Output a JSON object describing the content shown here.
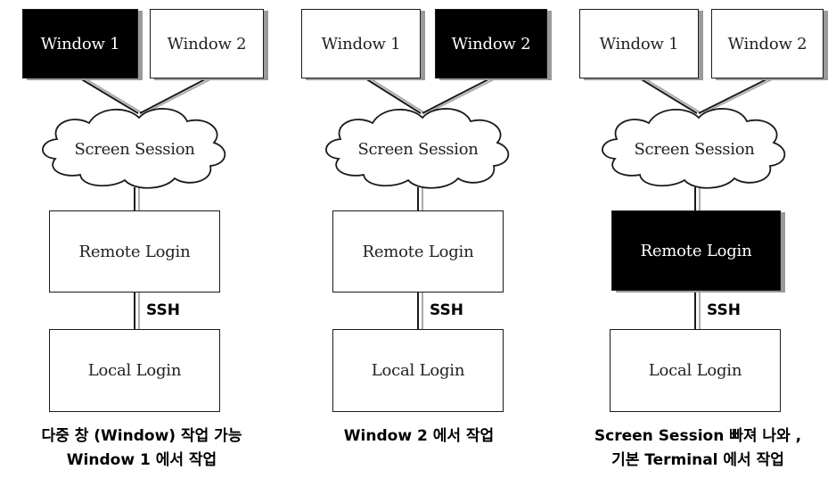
{
  "panels": [
    {
      "windows": [
        "Window 1",
        "Window 2"
      ],
      "active": "window1",
      "session": "Screen Session",
      "remote": "Remote Login",
      "connection": "SSH",
      "local": "Local Login",
      "caption": [
        "다중 창 (Window) 작업 가능",
        "Window 1 에서 작업"
      ]
    },
    {
      "windows": [
        "Window 1",
        "Window 2"
      ],
      "active": "window2",
      "session": "Screen Session",
      "remote": "Remote Login",
      "connection": "SSH",
      "local": "Local Login",
      "caption": [
        "Window 2 에서 작업"
      ]
    },
    {
      "windows": [
        "Window 1",
        "Window 2"
      ],
      "active": "remote",
      "session": "Screen Session",
      "remote": "Remote Login",
      "connection": "SSH",
      "local": "Local Login",
      "caption": [
        "Screen Session 빠져 나와 ,",
        "기본  Terminal 에서 작업"
      ]
    }
  ],
  "colors": {
    "active_fill": "#000000",
    "active_text": "#ffffff",
    "line": "#1a1a1a",
    "shadow": "#9a9a9a"
  }
}
